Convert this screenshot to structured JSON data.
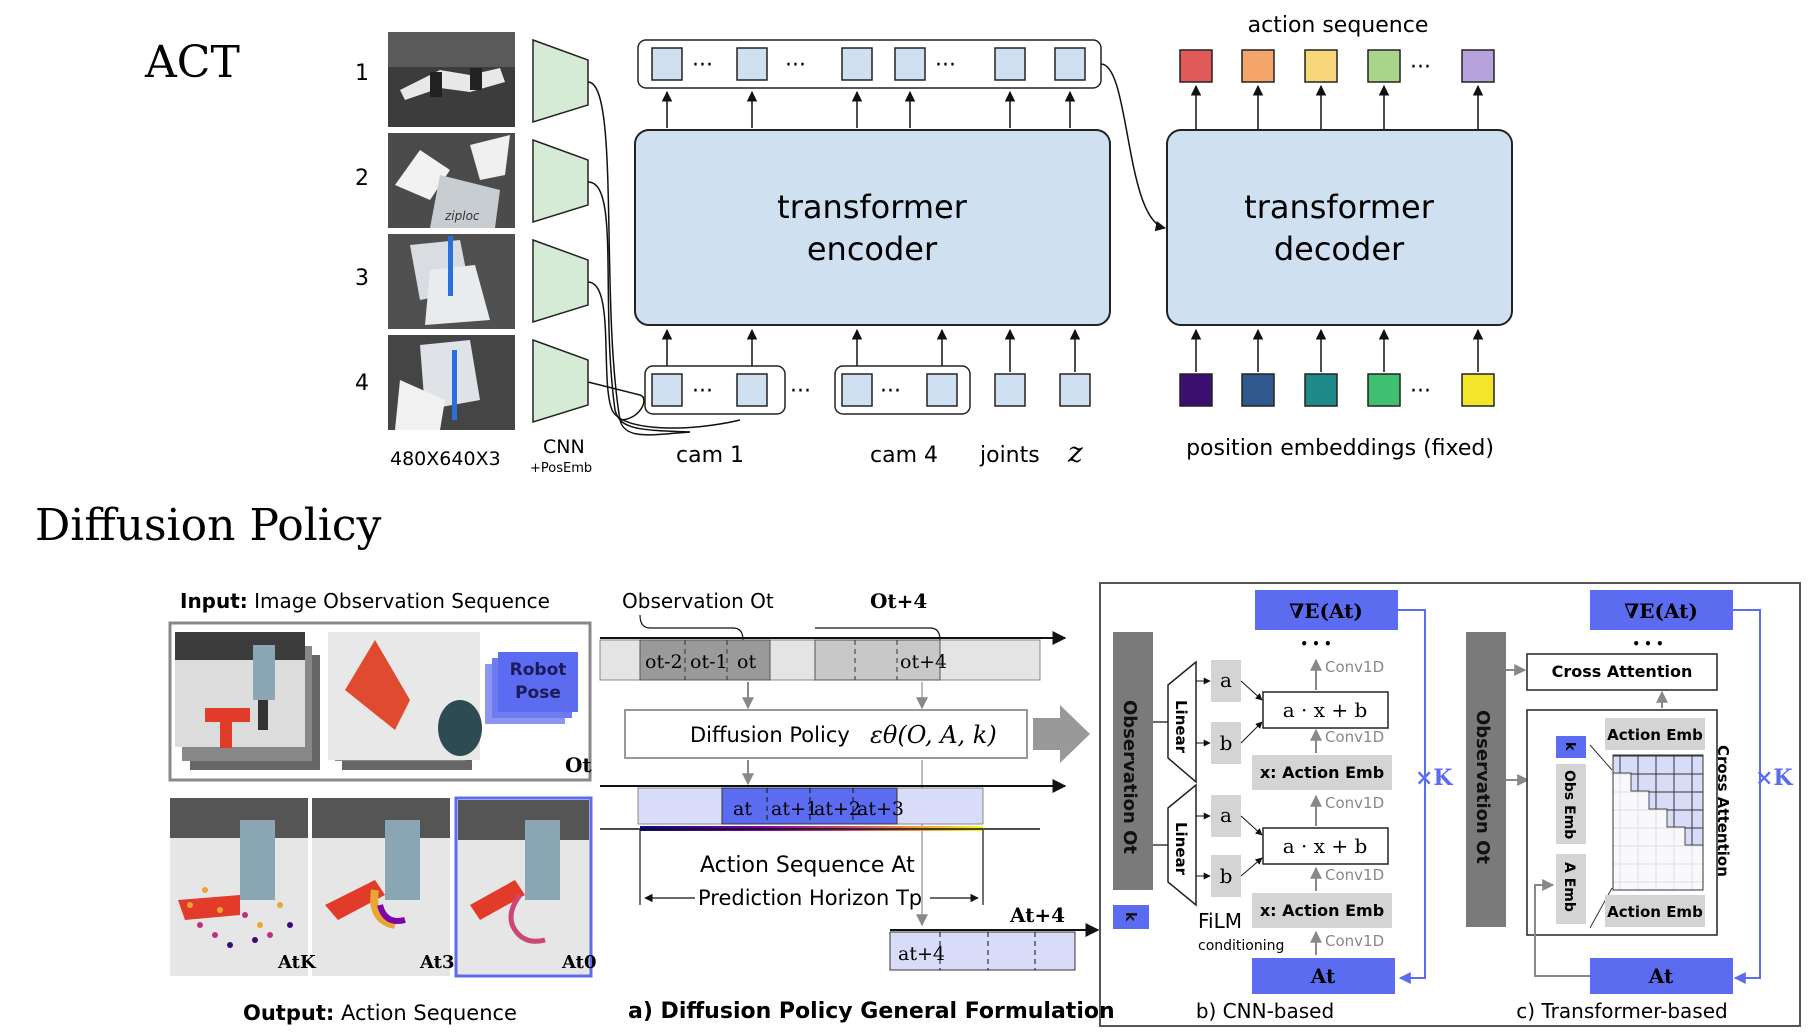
{
  "colors": {
    "box_fill": "#cfe0f1",
    "box_stroke": "#1a1a1a",
    "cnn_fill": "#d5ebd6",
    "blue": "#5b6cf0",
    "lightblue": "#d8dcf8",
    "gray_dark": "#7a7a7a",
    "gray_light": "#e2e2e2",
    "action_colors": [
      "#e05a5a",
      "#f5a56a",
      "#f8d77a",
      "#a9d48c",
      "#b7a2dd"
    ],
    "pos_colors": [
      "#3b0f70",
      "#31588f",
      "#1f8a8a",
      "#3fbf6f",
      "#f2e52a"
    ]
  },
  "act": {
    "heading": "ACT",
    "camera_numbers": [
      "1",
      "2",
      "3",
      "4"
    ],
    "image_size_label": "480X640X3",
    "cnn_label": "CNN",
    "cnn_sublabel": "+PosEmb",
    "encoder_line1": "transformer",
    "encoder_line2": "encoder",
    "decoder_line1": "transformer",
    "decoder_line2": "decoder",
    "action_sequence_label": "action sequence",
    "cam1_label": "cam 1",
    "cam4_label": "cam 4",
    "joints_label": "joints",
    "z_label": "z",
    "position_embeddings_label": "position embeddings (fixed)",
    "dots": "···",
    "ellipsis": "…"
  },
  "dp": {
    "heading": "Diffusion Policy",
    "input_bold": "Input:",
    "input_text": " Image Observation Sequence",
    "robot_pose": "Robot",
    "robot_pose2": "Pose",
    "ot_label": "Ot",
    "output_bold": "Output:",
    "output_text": "  Action Sequence",
    "atk": "AtK",
    "at3": "At3",
    "at0": "At0",
    "observation_label": "Observation Ot",
    "ot4_label": "Ot+4",
    "o_cells": [
      "ot-2",
      "ot-1",
      "ot"
    ],
    "o_t4": "ot+4",
    "policy_label": "Diffusion Policy",
    "policy_formula": "εθ(O, A, k)",
    "a_cells": [
      "at",
      "at+1",
      "at+2",
      "at+3"
    ],
    "action_seq_label": "Action Sequence At",
    "horizon_label": "Prediction Horizon Tp",
    "at4_header": "At+4",
    "at4_cell": "at+4",
    "caption_a": "a) Diffusion Policy General Formulation",
    "grad_label": "∇E(At)",
    "obs_vertical": "Observation Ot",
    "linear": "Linear",
    "a": "a",
    "b": "b",
    "conv1d": "Conv1D",
    "axb": "a · x + b",
    "action_emb_x": "x: Action Emb",
    "at_bottom": "At",
    "film": "FiLM",
    "conditioning": "conditioning",
    "times_k": "×K",
    "k": "k",
    "caption_b": "b) CNN-based",
    "cross_attention": "Cross Attention",
    "action_emb": "Action Emb",
    "obs_emb": "Obs Emb",
    "a_emb": "A Emb",
    "caption_c": "c) Transformer-based",
    "vdots": "• • •"
  }
}
